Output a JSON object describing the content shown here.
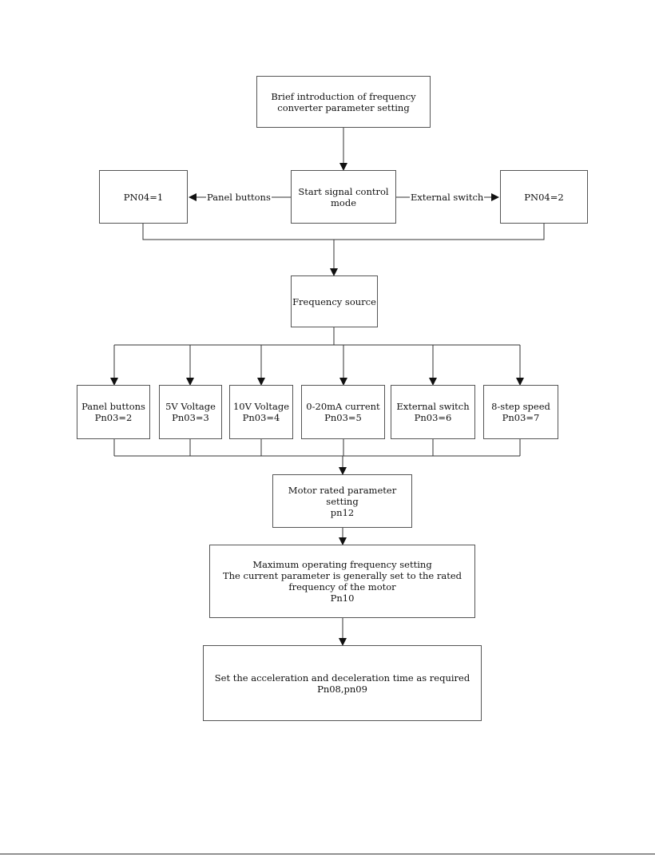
{
  "nodes": {
    "intro": [
      "Brief introduction of frequency",
      "converter parameter setting"
    ],
    "start": [
      "Start signal control",
      "mode"
    ],
    "pn04_1": [
      "PN04=1"
    ],
    "pn04_2": [
      "PN04=2"
    ],
    "freq": [
      "Frequency source"
    ],
    "panel": [
      "Panel buttons",
      "Pn03=2"
    ],
    "v5": [
      "5V Voltage",
      "Pn03=3"
    ],
    "v10": [
      "10V Voltage",
      "Pn03=4"
    ],
    "ma": [
      "0-20mA current",
      "Pn03=5"
    ],
    "ext": [
      "External switch",
      "Pn03=6"
    ],
    "step": [
      "8-step speed",
      "Pn03=7"
    ],
    "motor": [
      "Motor rated parameter",
      "setting",
      "pn12"
    ],
    "maxfreq": [
      "Maximum operating frequency setting",
      "The current parameter is generally set to the rated",
      "frequency of the motor",
      "Pn10"
    ],
    "accel": [
      "Set the acceleration and deceleration time as required",
      "Pn08,pn09"
    ]
  },
  "edges": {
    "panel_buttons": "Panel buttons",
    "external_switch": "External switch"
  }
}
